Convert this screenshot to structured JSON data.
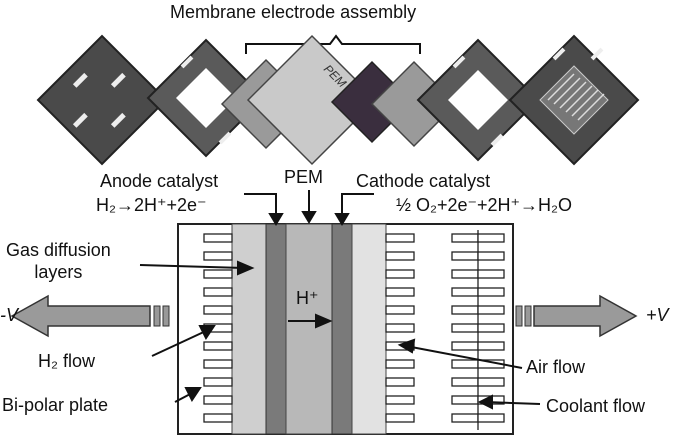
{
  "title": "Membrane electrode assembly",
  "pem_plate_label": "PEM",
  "labels": {
    "anode_catalyst": "Anode catalyst",
    "pem": "PEM",
    "cathode_catalyst": "Cathode catalyst",
    "anode_reaction": "H₂→2H⁺+2e⁻",
    "cathode_reaction": "½ O₂+2e⁻+2H⁺→H₂O",
    "gas_diffusion_line1": "Gas diffusion",
    "gas_diffusion_line2": "layers",
    "proton": "H⁺",
    "h2_flow": "H₂ flow",
    "bipolar_plate": "Bi-polar plate",
    "air_flow": "Air flow",
    "coolant_flow": "Coolant flow",
    "neg_terminal": "-V",
    "pos_terminal": "+V"
  }
}
